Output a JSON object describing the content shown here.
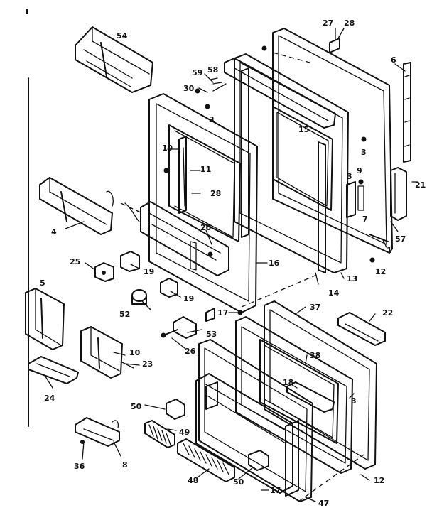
{
  "diagram": {
    "labels": {
      "corner_mark": "I",
      "p54": "54",
      "p27": "27",
      "p28a": "28",
      "p6": "6",
      "p59": "59",
      "p58": "58",
      "p30": "30",
      "p3a": "3",
      "p15": "15",
      "p3b": "3",
      "p19a": "19",
      "p11": "11",
      "p28b": "28",
      "p3c": "3",
      "p9": "9",
      "p7": "7",
      "p21": "21",
      "p4": "4",
      "p20": "20",
      "p57": "57",
      "p1": "1",
      "p25": "25",
      "p19b": "19",
      "p16": "16",
      "p12a": "12",
      "p13": "13",
      "p14": "14",
      "p5": "5",
      "p19c": "19",
      "p52": "52",
      "p17a": "17",
      "p37": "37",
      "p22": "22",
      "p53": "53",
      "p26": "26",
      "p10": "10",
      "p23": "23",
      "p38": "38",
      "p18": "18",
      "p3d": "3",
      "p24": "24",
      "p50a": "50",
      "p49": "49",
      "p36": "36",
      "p8": "8",
      "p48": "48",
      "p50b": "50",
      "p12b": "12",
      "p17b": "17",
      "p47": "47"
    }
  }
}
